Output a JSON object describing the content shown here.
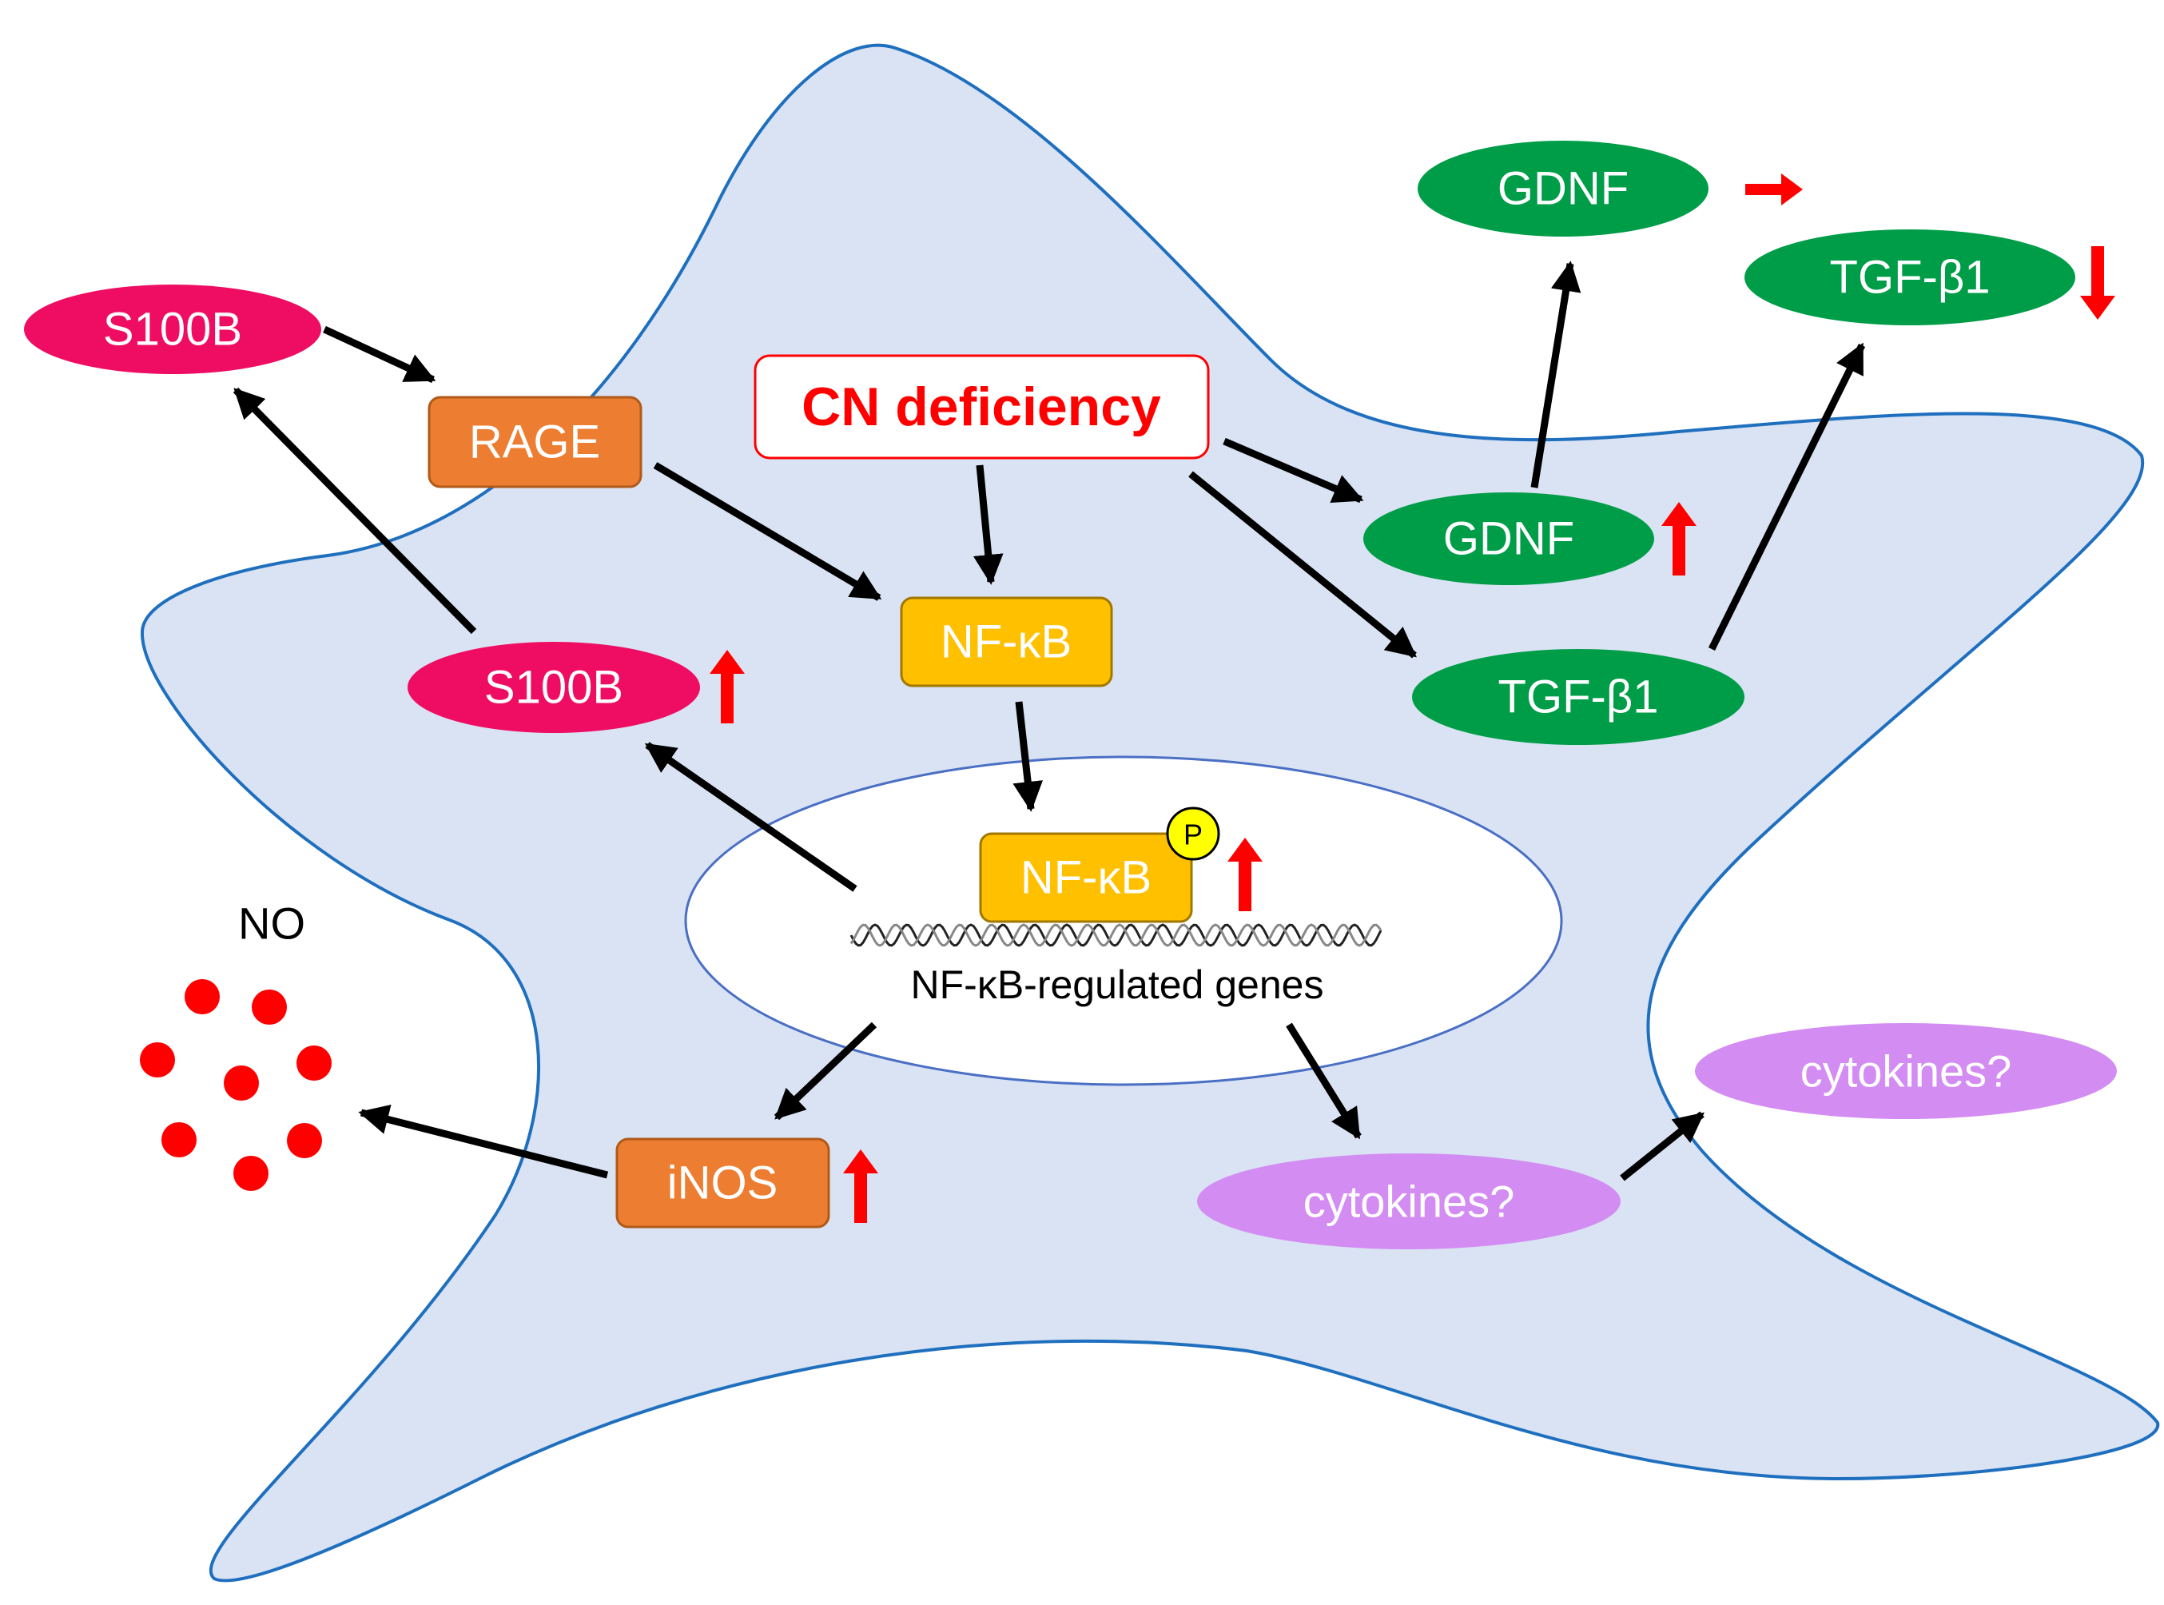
{
  "colors": {
    "cell_fill": "#dae3f3",
    "cell_stroke": "#1f6fbf",
    "nucleus_stroke": "#4a6fc4",
    "rage_fill": "#ed7d31",
    "nfkb_fill": "#ffc000",
    "s100b_fill": "#ee0d62",
    "trophic_fill": "#009d48",
    "cytokine_fill": "#d38cf2",
    "indicator_red": "#ff0000",
    "arrow": "#000000",
    "no_dot": "#ff0000"
  },
  "nodes": {
    "s100b_out": "S100B",
    "rage": "RAGE",
    "cn_deficiency": "CN deficiency",
    "nfkb_cyto": "NF-κB",
    "s100b_in": "S100B",
    "nfkb_nucleus": "NF-κB",
    "phospho": "P",
    "genes": "NF-κB-regulated genes",
    "no": "NO",
    "inos": "iNOS",
    "gdnf_out": "GDNF",
    "tgf_out": "TGF-β1",
    "gdnf_in": "GDNF",
    "tgf_in": "TGF-β1",
    "cytokines_in": "cytokines?",
    "cytokines_out": "cytokines?"
  },
  "changes": {
    "gdnf_out": "unchanged",
    "tgf_out": "down",
    "gdnf_in": "up",
    "s100b_in": "up",
    "nfkb_nucleus": "up",
    "inos": "up"
  },
  "icons": {
    "dna": "dna-helix-icon",
    "no_particles": "no-molecule-dots-icon",
    "up": "red-up-arrow-icon",
    "down": "red-down-arrow-icon",
    "right": "red-right-arrow-icon"
  }
}
